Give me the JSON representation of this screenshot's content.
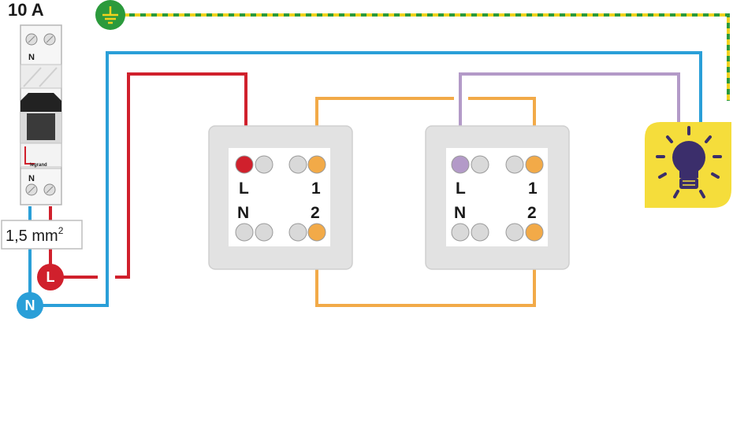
{
  "breaker": {
    "rating": "10 A",
    "top_terminal_label": "N",
    "bottom_terminal_label": "N",
    "brand": "legrand"
  },
  "wire_size": {
    "value": "1,5 mm",
    "superscript": "2"
  },
  "markers": {
    "live": "L",
    "neutral": "N"
  },
  "switch_1": {
    "l": "L",
    "n": "N",
    "t1": "1",
    "t2": "2"
  },
  "switch_2": {
    "l": "L",
    "n": "N",
    "t1": "1",
    "t2": "2"
  },
  "icons": {
    "earth": "ground-icon",
    "lamp": "light-bulb-icon"
  },
  "colors": {
    "live": "#d0202c",
    "neutral": "#2a9fd8",
    "earth_green": "#2b9a3c",
    "earth_yellow": "#f1d21e",
    "traveller": "#f2aa48",
    "switched": "#b39ac8",
    "lamp_bg": "#f5dd3b",
    "lamp": "#3b2e6b",
    "switch_plate": "#e2e2e2"
  }
}
